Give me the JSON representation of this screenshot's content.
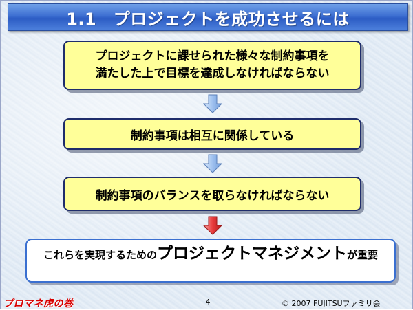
{
  "slide": {
    "title": "1.1　プロジェクトを成功させるには",
    "boxes": [
      {
        "line1": "プロジェクトに課せられた様々な制約事項を",
        "line2": "満たした上で目標を達成しなければならない"
      },
      {
        "text": "制約事項は相互に関係している"
      },
      {
        "text": "制約事項のバランスを取らなければならない"
      }
    ],
    "conclusion": {
      "prefix": "これらを実現するための",
      "emphasis": "プロジェクトマネジメント",
      "suffix": "が重要"
    },
    "footer": {
      "logo": "プロマネ虎の巻",
      "page_number": "4",
      "copyright": "© 2007 FUJITSUファミリ会"
    }
  },
  "colors": {
    "title_bar": "#3d6fd2",
    "box_fill": "#ffff99",
    "box_border": "#1f2d6b",
    "arrow_blue": "#9fc1ef",
    "arrow_red": "#e83c3c",
    "logo_red": "#d90000"
  },
  "icons": [
    "down-arrow-icon",
    "down-arrow-icon",
    "down-arrow-red-icon"
  ]
}
